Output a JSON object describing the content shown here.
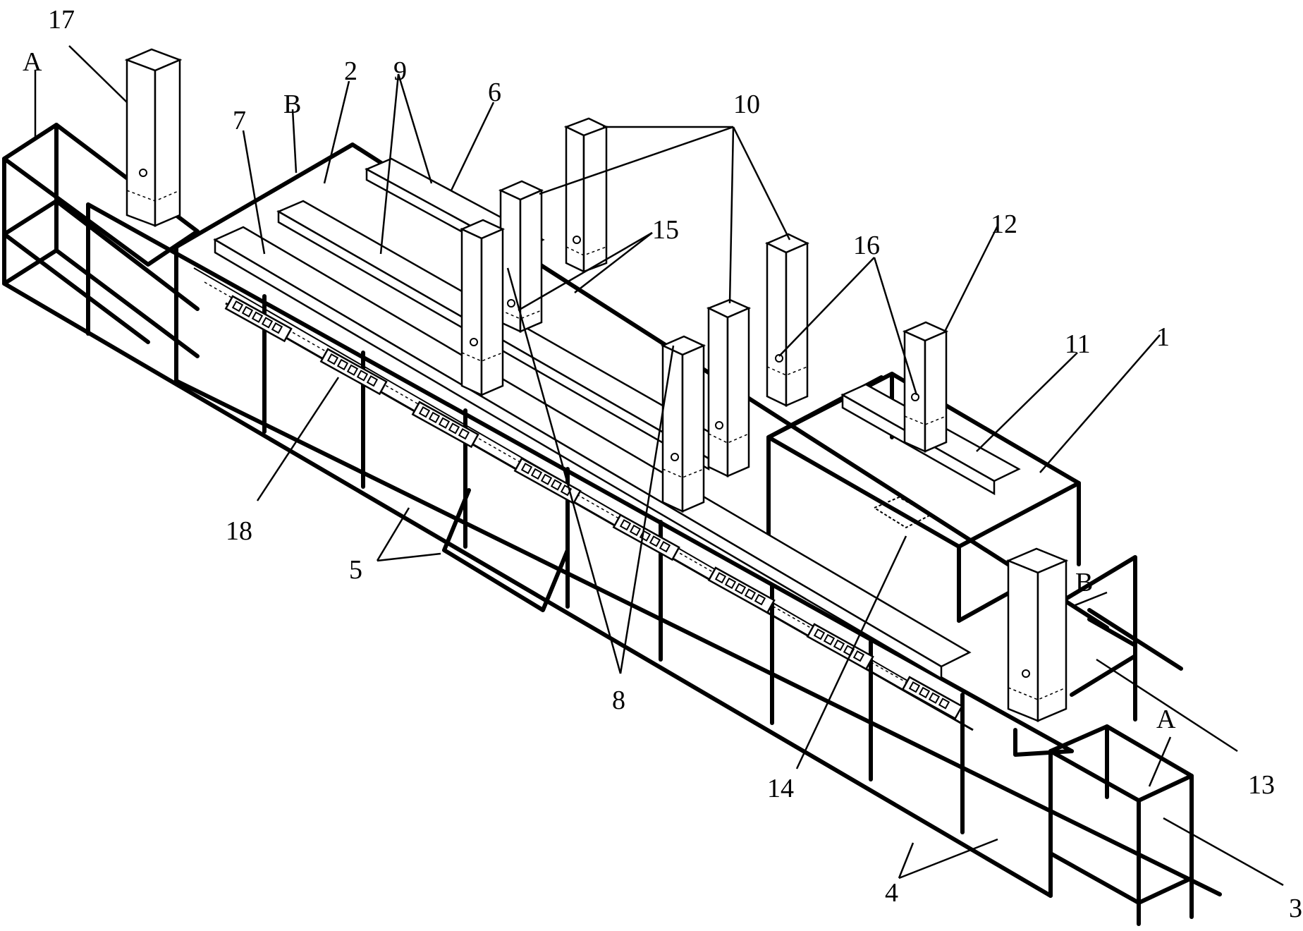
{
  "figure": {
    "labels": [
      {
        "id": "17",
        "text": "17"
      },
      {
        "id": "A-left",
        "text": "A"
      },
      {
        "id": "2",
        "text": "2"
      },
      {
        "id": "9",
        "text": "9"
      },
      {
        "id": "6",
        "text": "6"
      },
      {
        "id": "7",
        "text": "7"
      },
      {
        "id": "B-left",
        "text": "B"
      },
      {
        "id": "10",
        "text": "10"
      },
      {
        "id": "15",
        "text": "15"
      },
      {
        "id": "16",
        "text": "16"
      },
      {
        "id": "12",
        "text": "12"
      },
      {
        "id": "11",
        "text": "11"
      },
      {
        "id": "1",
        "text": "1"
      },
      {
        "id": "18",
        "text": "18"
      },
      {
        "id": "5",
        "text": "5"
      },
      {
        "id": "8",
        "text": "8"
      },
      {
        "id": "B-right",
        "text": "B"
      },
      {
        "id": "14",
        "text": "14"
      },
      {
        "id": "13",
        "text": "13"
      },
      {
        "id": "A-right",
        "text": "A"
      },
      {
        "id": "4",
        "text": "4"
      },
      {
        "id": "3",
        "text": "3"
      }
    ]
  }
}
